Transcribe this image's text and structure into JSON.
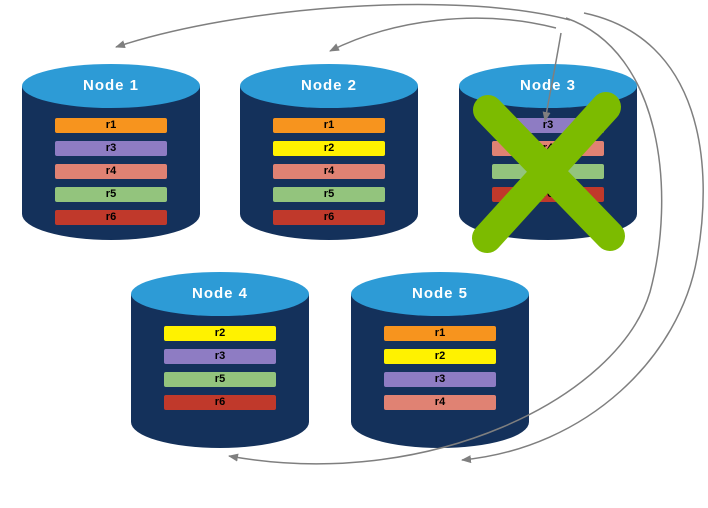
{
  "diagram": {
    "background": "#FFFFFF",
    "arrow_color": "#7F7F7F",
    "arrows": [
      {
        "from": "Node 3",
        "to": "Node 1"
      },
      {
        "from": "Node 3",
        "to": "Node 2"
      },
      {
        "from": "Node 3",
        "to": "Node 3"
      },
      {
        "from": "Node 3",
        "to": "Node 5"
      },
      {
        "from": "Node 3",
        "to": "Node 4"
      }
    ],
    "failure": {
      "node": "Node 3",
      "symbol": "X",
      "color": "#7CBB00"
    },
    "cylinder_colors": {
      "top": "#2D9BD6",
      "body": "#14315B"
    }
  },
  "nodes": [
    {
      "title": "Node 1",
      "rows": [
        {
          "label": "r1",
          "color": "#F7941E"
        },
        {
          "label": "r3",
          "color": "#8E7CC3"
        },
        {
          "label": "r4",
          "color": "#E08273"
        },
        {
          "label": "r5",
          "color": "#93C47D"
        },
        {
          "label": "r6",
          "color": "#C0392B"
        }
      ]
    },
    {
      "title": "Node 2",
      "rows": [
        {
          "label": "r1",
          "color": "#F7941E"
        },
        {
          "label": "r2",
          "color": "#FFF200"
        },
        {
          "label": "r4",
          "color": "#E08273"
        },
        {
          "label": "r5",
          "color": "#93C47D"
        },
        {
          "label": "r6",
          "color": "#C0392B"
        }
      ]
    },
    {
      "title": "Node 3",
      "rows": [
        {
          "label": "r3",
          "color": "#8E7CC3"
        },
        {
          "label": "r4",
          "color": "#E08273"
        },
        {
          "label": "r5",
          "color": "#93C47D"
        },
        {
          "label": "r6",
          "color": "#C0392B"
        }
      ]
    },
    {
      "title": "Node 4",
      "rows": [
        {
          "label": "r2",
          "color": "#FFF200"
        },
        {
          "label": "r3",
          "color": "#8E7CC3"
        },
        {
          "label": "r5",
          "color": "#93C47D"
        },
        {
          "label": "r6",
          "color": "#C0392B"
        }
      ]
    },
    {
      "title": "Node 5",
      "rows": [
        {
          "label": "r1",
          "color": "#F7941E"
        },
        {
          "label": "r2",
          "color": "#FFF200"
        },
        {
          "label": "r3",
          "color": "#8E7CC3"
        },
        {
          "label": "r4",
          "color": "#E08273"
        }
      ]
    }
  ]
}
